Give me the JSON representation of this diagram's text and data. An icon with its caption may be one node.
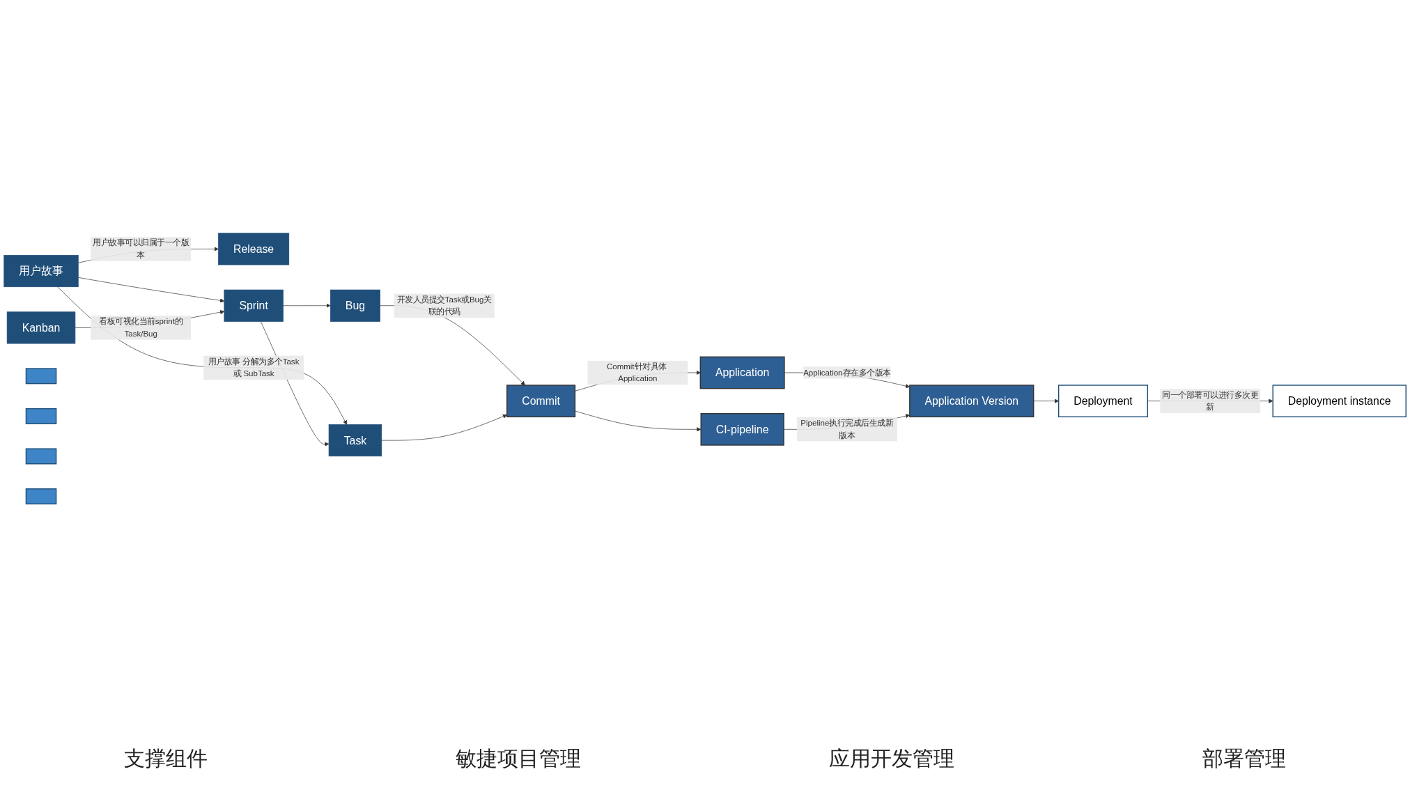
{
  "diagram": {
    "nodes": [
      {
        "text": [
          "Release"
        ]
      },
      {
        "text": [
          "用户故事"
        ]
      },
      {
        "text": [
          "Kanban"
        ]
      },
      {
        "text": [
          "Sprint"
        ]
      },
      {
        "text": [
          "Task"
        ]
      },
      {
        "text": [
          "Bug"
        ]
      },
      {
        "text": [
          "Application"
        ]
      },
      {
        "text": [
          "Commit"
        ]
      },
      {
        "text": [
          "Application Version"
        ]
      },
      {
        "text": [
          "CI-pipeline"
        ]
      },
      {
        "text": [
          "Deployment"
        ]
      },
      {
        "text": [
          "Deployment instance"
        ]
      },
      {
        "text": [],
        "shape": "box"
      },
      {
        "text": [],
        "shape": "box"
      },
      {
        "text": [],
        "shape": "box"
      },
      {
        "text": [],
        "shape": "box"
      }
    ],
    "edges": [
      {
        "from": 1,
        "to": 0,
        "arrow": "to",
        "label": "用户故事可以归属于一个版本"
      },
      {
        "from": 1,
        "to": 3,
        "arrow": "to"
      },
      {
        "from": 2,
        "to": 3,
        "arrow": "to",
        "label": "看板可视化当前sprint的Task/Bug"
      },
      {
        "from": 1,
        "to": 4,
        "arrow": "to",
        "label": "用户故事 分解为多个Task或 SubTask"
      },
      {
        "from": 3,
        "to": 4,
        "arrow": "to"
      },
      {
        "from": 3,
        "to": 5,
        "arrow": "to"
      },
      {
        "from": 5,
        "to": 7,
        "arrow": "to",
        "label": "开发人员提交Task或Bug关联的代码"
      },
      {
        "from": 4,
        "to": 7,
        "arrow": "to"
      },
      {
        "from": 7,
        "to": 6,
        "arrow": "to",
        "label": "Commit针对具体 Application"
      },
      {
        "from": 6,
        "to": 8,
        "arrow": "to",
        "label": "Application存在多个版本"
      },
      {
        "from": 7,
        "to": 9,
        "arrow": "to"
      },
      {
        "from": 9,
        "to": 8,
        "arrow": "to",
        "label": "Pipeline执行完成后生成新版本"
      },
      {
        "from": 8,
        "to": 10,
        "arrow": "to"
      },
      {
        "from": 10,
        "to": 11,
        "arrow": "to",
        "label": "同一个部署可以进行多次更新"
      }
    ],
    "labels": [
      "支撑组件",
      "敏捷项目管理",
      "应用开发管理",
      "部署管理"
    ]
  }
}
